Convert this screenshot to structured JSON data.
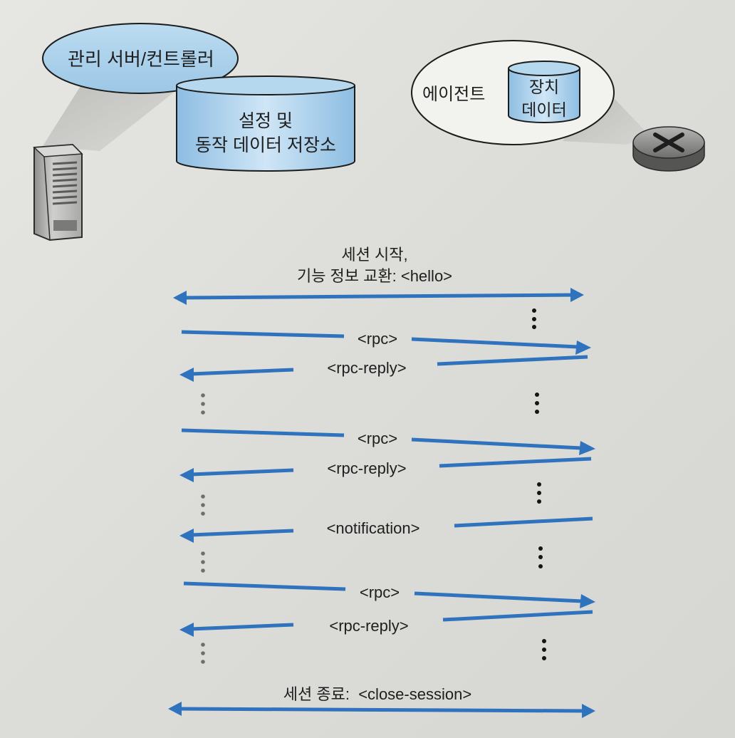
{
  "diagram": {
    "title": "NETCONF session between management server/controller and agent",
    "colors": {
      "arrow": "#2f72bd",
      "arrow_dark": "#1f5aa3",
      "ellipse_fill": "#a9cfe9",
      "cylinder_fill": "#9cc8e8",
      "cylinder_top": "#b9dbf1",
      "text": "#1e1e1e",
      "background": "#dededa"
    },
    "manager": {
      "label": "관리 서버/컨트롤러",
      "datastore_line1": "설정 및",
      "datastore_line2": "동작 데이터 저장소",
      "icon": "server-tower-icon"
    },
    "agent": {
      "label": "에이전트",
      "device_data_line1": "장치",
      "device_data_line2": "데이터",
      "icon": "router-icon"
    },
    "messages": [
      {
        "id": "hello",
        "label_line1": "세션 시작,",
        "label_line2": "기능 정보 교환: <hello>",
        "direction": "both"
      },
      {
        "id": "rpc1",
        "label": "<rpc>",
        "direction": "to-agent"
      },
      {
        "id": "rpc-reply1",
        "label": "<rpc-reply>",
        "direction": "to-manager"
      },
      {
        "id": "rpc2",
        "label": "<rpc>",
        "direction": "to-agent"
      },
      {
        "id": "rpc-reply2",
        "label": "<rpc-reply>",
        "direction": "to-manager"
      },
      {
        "id": "notification",
        "label": "<notification>",
        "direction": "to-manager"
      },
      {
        "id": "rpc3",
        "label": "<rpc>",
        "direction": "to-agent"
      },
      {
        "id": "rpc-reply3",
        "label": "<rpc-reply>",
        "direction": "to-manager"
      },
      {
        "id": "close",
        "label": "세션 종료:  <close-session>",
        "direction": "both"
      }
    ],
    "ellipsis": "⋮"
  }
}
